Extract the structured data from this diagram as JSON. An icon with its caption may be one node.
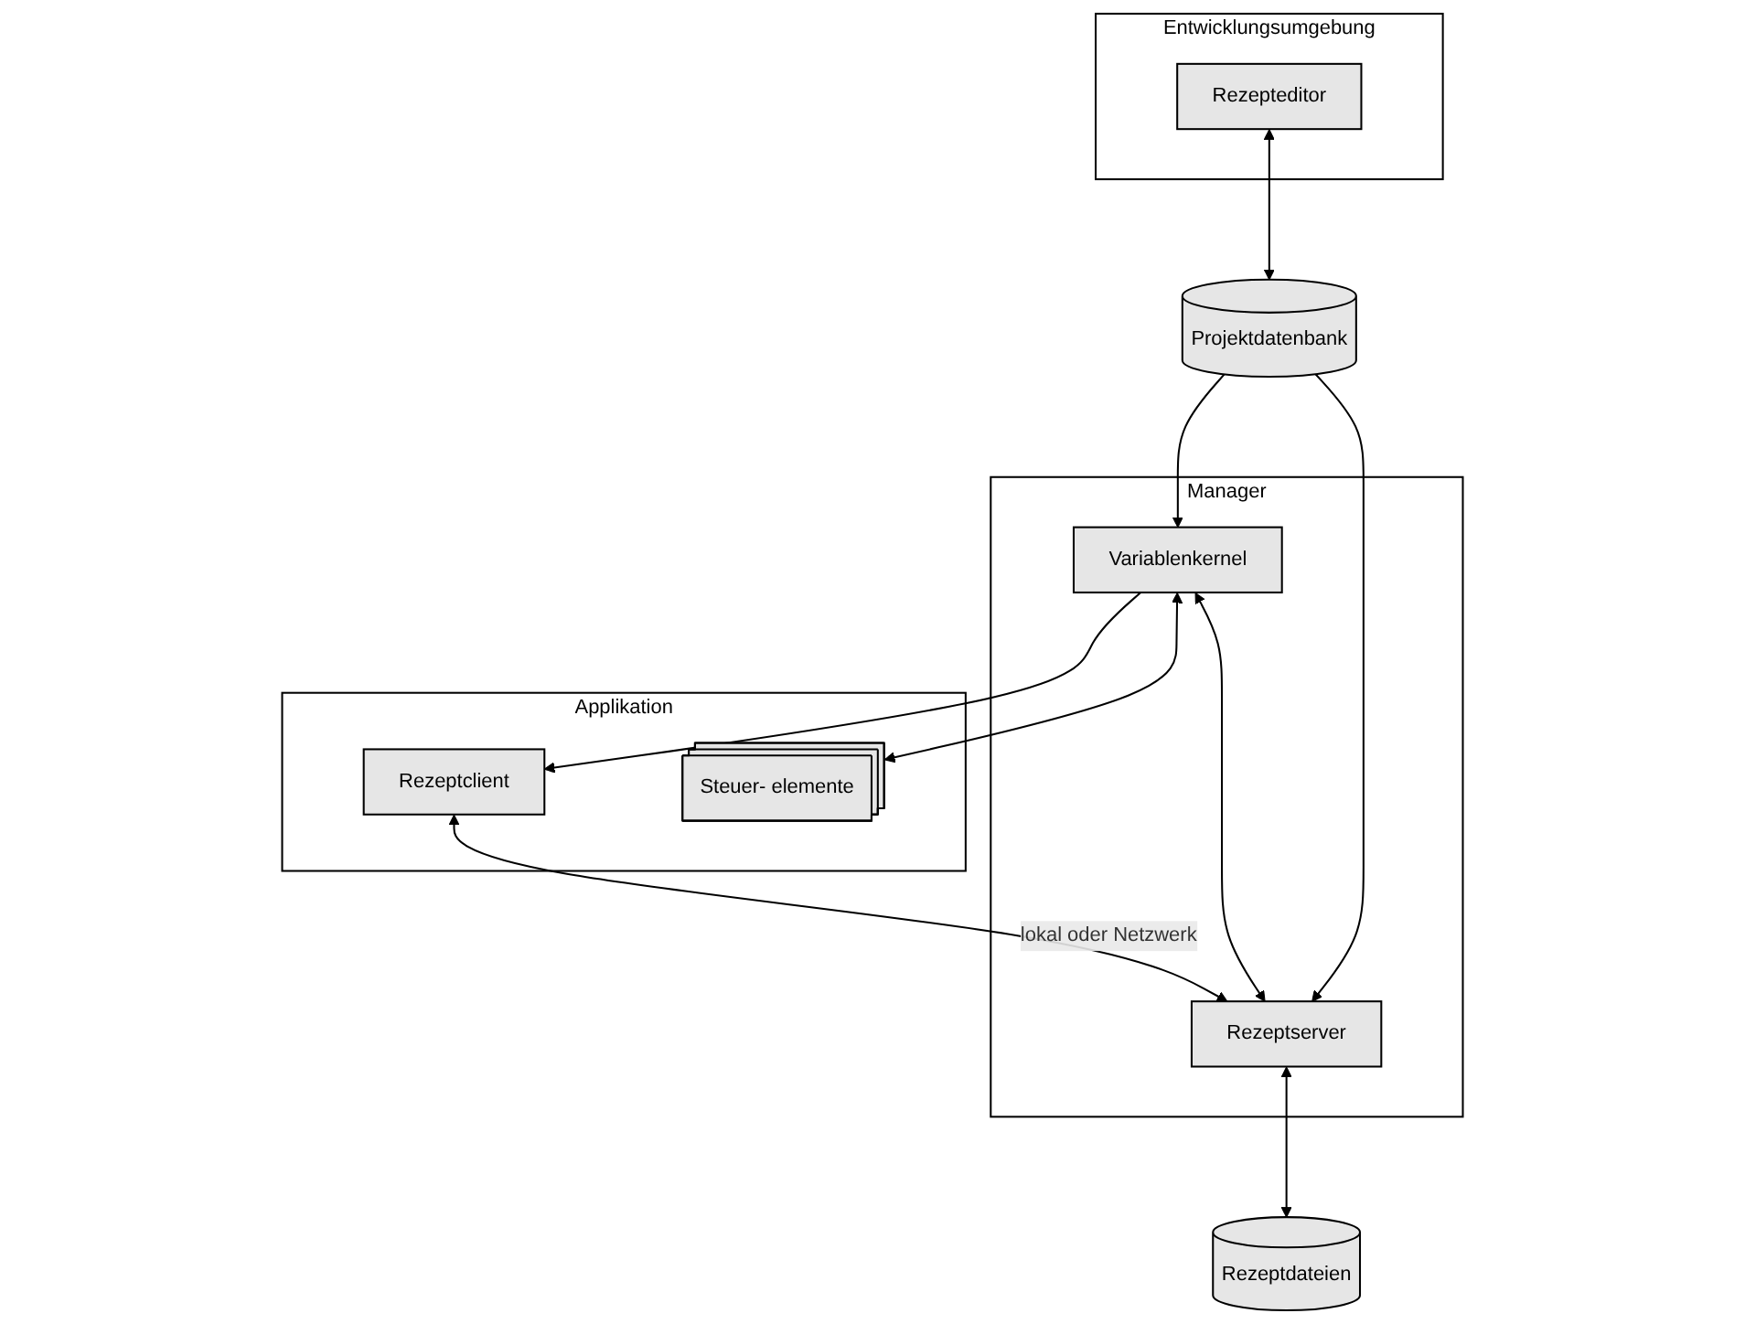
{
  "diagram": {
    "nodes": [
      {
        "text": [
          "Applikation"
        ]
      },
      {
        "text": [
          "Steuer- elemente"
        ],
        "in": 0
      },
      {
        "text": [
          "Rezeptclient"
        ],
        "in": 0
      },
      {
        "text": [
          "Manager"
        ]
      },
      {
        "text": [
          "Variablenkernel"
        ],
        "in": 3
      },
      {
        "text": [
          "Rezeptserver"
        ],
        "in": 3
      },
      {
        "text": [
          "Rezeptdateien"
        ]
      },
      {
        "text": [
          "Entwicklungsumgebung"
        ]
      },
      {
        "text": [
          "Rezepteditor"
        ],
        "in": 7
      },
      {
        "text": [
          "Projektdatenbank"
        ]
      }
    ],
    "edges": [
      {
        "from": 4,
        "to": 1,
        "arrow": "both"
      },
      {
        "from": 4,
        "to": 2,
        "arrow": "to"
      },
      {
        "from": 2,
        "to": 5,
        "label": "lokal oder Netzwerk",
        "arrow": "both"
      },
      {
        "from": 4,
        "to": 5,
        "arrow": "both"
      },
      {
        "from": 5,
        "to": 6,
        "arrow": "both"
      },
      {
        "from": 9,
        "to": 4,
        "arrow": "to"
      },
      {
        "from": 9,
        "to": 5,
        "arrow": "to"
      },
      {
        "from": 8,
        "to": 9,
        "arrow": "both"
      }
    ]
  }
}
